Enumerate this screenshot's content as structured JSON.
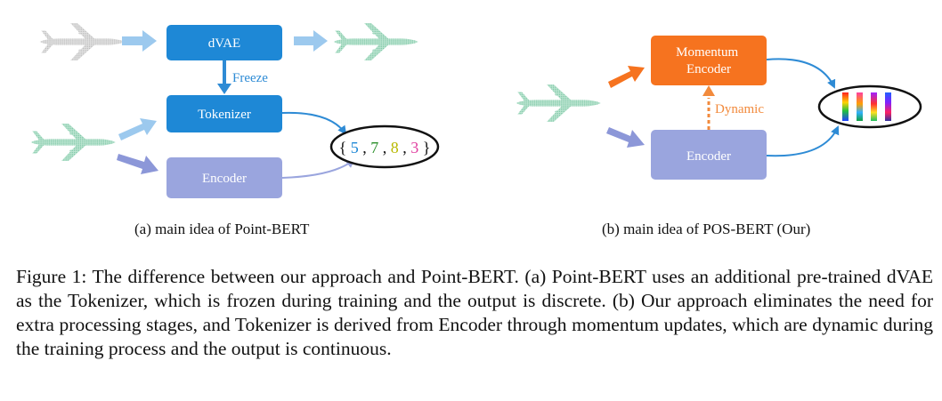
{
  "panel_a": {
    "dvae_label": "dVAE",
    "freeze_label": "Freeze",
    "tokenizer_label": "Tokenizer",
    "encoder_label": "Encoder",
    "token_open": "{",
    "token_values": [
      "5",
      "7",
      "8",
      "3"
    ],
    "token_close": "}",
    "caption": "(a) main idea of Point-BERT"
  },
  "panel_b": {
    "momentum_line1": "Momentum",
    "momentum_line2": "Encoder",
    "dynamic_label": "Dynamic",
    "encoder_label": "Encoder",
    "caption": "(b) main idea of POS-BERT (Our)"
  },
  "colors": {
    "box_blue": "#1e88d6",
    "box_lavender": "#9aa5de",
    "box_orange": "#f6731f",
    "arrow_light_blue": "#9cc9ee",
    "arrow_purple": "#8c97d8",
    "freeze_blue": "#2e8bd5",
    "dynamic_orange": "#f28a3c",
    "plane_gray": "#cccccc",
    "plane_green": "#8fd1b4",
    "token_colors": [
      "#1e88d6",
      "#2a8f2a",
      "#b8b800",
      "#e040a0"
    ]
  },
  "main_caption": "Figure 1: The difference between our approach and Point-BERT. (a) Point-BERT uses an additional pre-trained dVAE as the Tokenizer, which is frozen during training and the output is discrete. (b) Our approach eliminates the need for extra processing stages, and Tokenizer is derived from Encoder through momentum updates, which are dynamic during the training process and the output is continuous."
}
